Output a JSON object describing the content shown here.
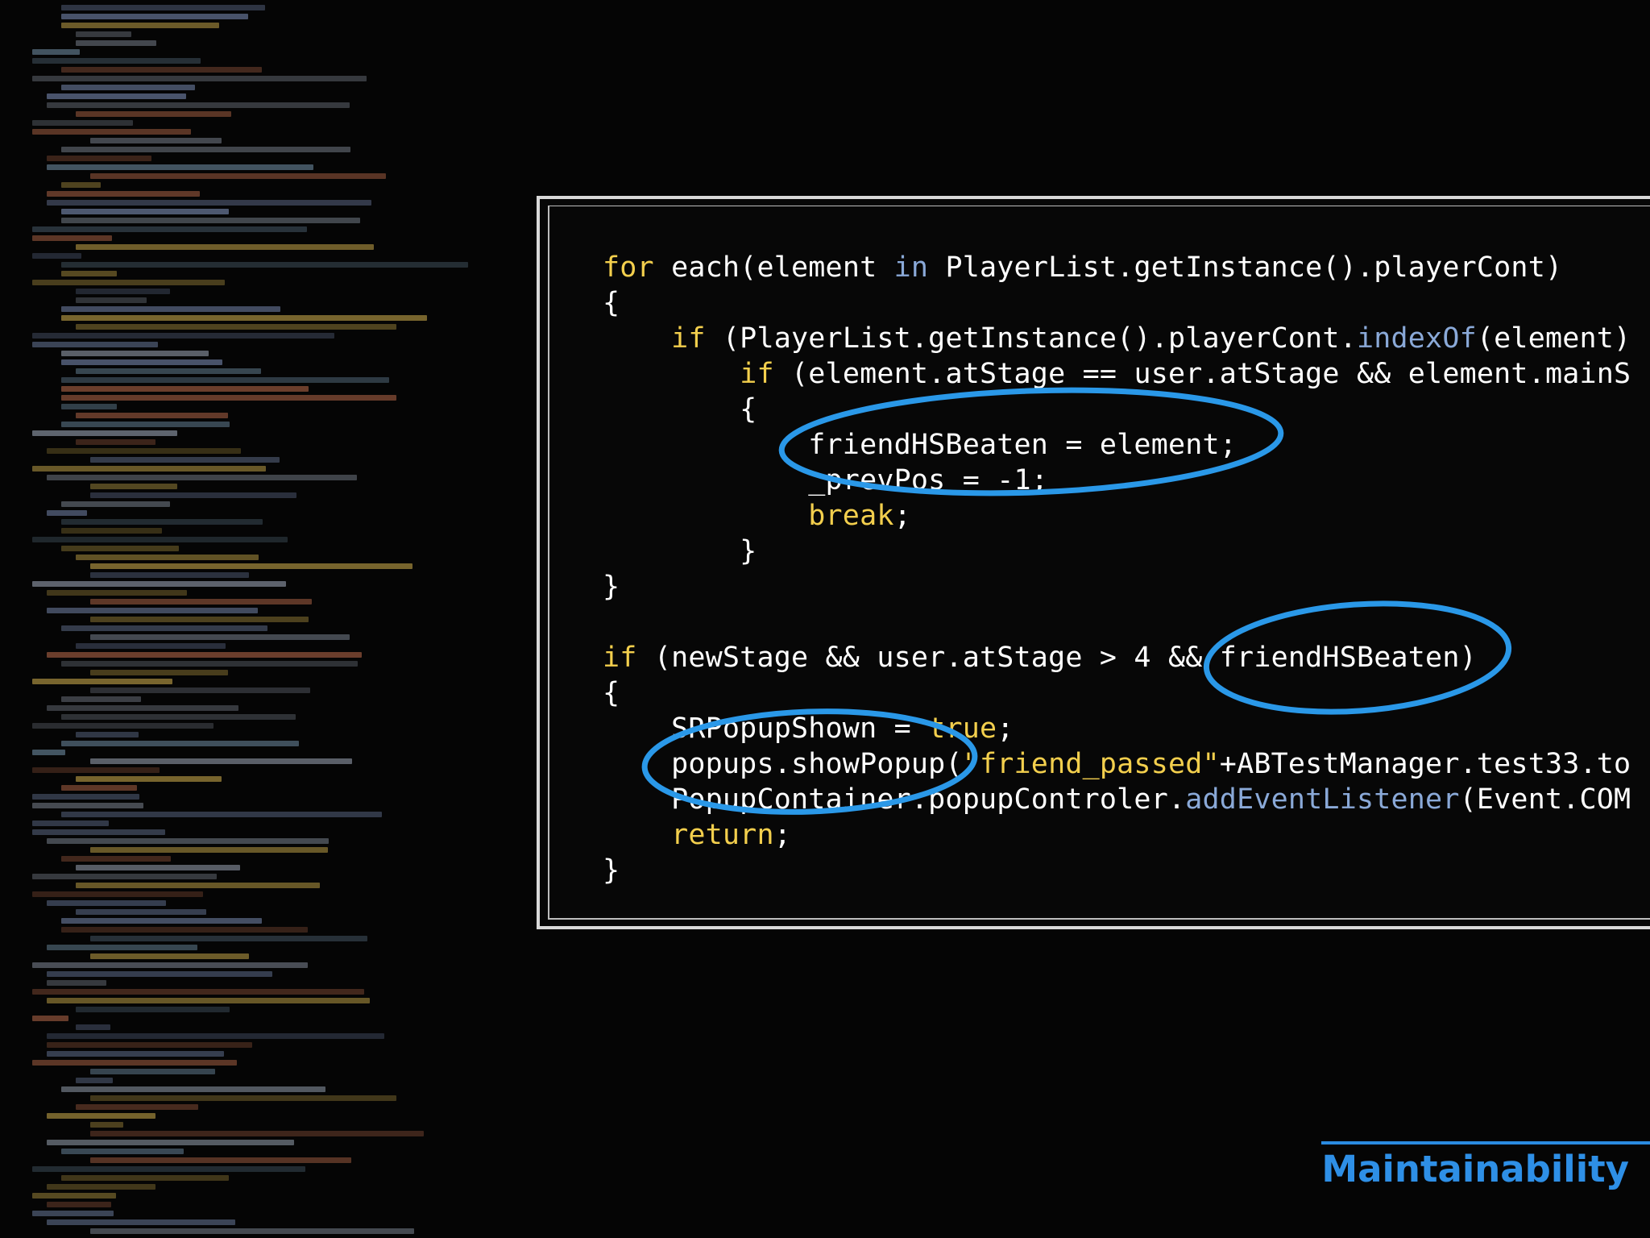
{
  "code": {
    "lines": [
      [
        [
          "k",
          "for"
        ],
        [
          "p",
          " each(element "
        ],
        [
          "m",
          "in"
        ],
        [
          "p",
          " PlayerList.getInstance().playerCont)"
        ]
      ],
      [
        [
          "p",
          "{"
        ]
      ],
      [
        [
          "p",
          "    "
        ],
        [
          "k",
          "if"
        ],
        [
          "p",
          " (PlayerList.getInstance().playerCont."
        ],
        [
          "m",
          "indexOf"
        ],
        [
          "p",
          "(element)"
        ]
      ],
      [
        [
          "p",
          "        "
        ],
        [
          "k",
          "if"
        ],
        [
          "p",
          " (element.atStage == user.atStage && element.mainS"
        ]
      ],
      [
        [
          "p",
          "        {"
        ]
      ],
      [
        [
          "p",
          "            friendHSBeaten = element;"
        ]
      ],
      [
        [
          "p",
          "            _prevPos = -1;"
        ]
      ],
      [
        [
          "p",
          "            "
        ],
        [
          "k",
          "break"
        ],
        [
          "p",
          ";"
        ]
      ],
      [
        [
          "p",
          "        }"
        ]
      ],
      [
        [
          "p",
          "}"
        ]
      ],
      [
        [
          "p",
          ""
        ]
      ],
      [
        [
          "k",
          "if"
        ],
        [
          "p",
          " (newStage && user.atStage > 4 && friendHSBeaten)"
        ]
      ],
      [
        [
          "p",
          "{"
        ]
      ],
      [
        [
          "p",
          "    SRPopupShown = "
        ],
        [
          "k",
          "true"
        ],
        [
          "p",
          ";"
        ]
      ],
      [
        [
          "p",
          "    popups.showPopup("
        ],
        [
          "s",
          "\"friend_passed\""
        ],
        [
          "p",
          "+ABTestManager.test33.to"
        ]
      ],
      [
        [
          "p",
          "    PopupContainer.popupControler."
        ],
        [
          "m",
          "addEventListener"
        ],
        [
          "p",
          "(Event.COM"
        ]
      ],
      [
        [
          "p",
          "    "
        ],
        [
          "k",
          "return"
        ],
        [
          "p",
          ";"
        ]
      ],
      [
        [
          "p",
          "}"
        ]
      ]
    ]
  },
  "highlights": [
    "friendHSBeaten = element;",
    "friendHSBeaten)",
    "popups.showPopup("
  ],
  "colors": {
    "keyword": "#f3cf4d",
    "method": "#8aa9d8",
    "accent": "#2e8fe6"
  },
  "topic": {
    "label": "Maintainability"
  }
}
